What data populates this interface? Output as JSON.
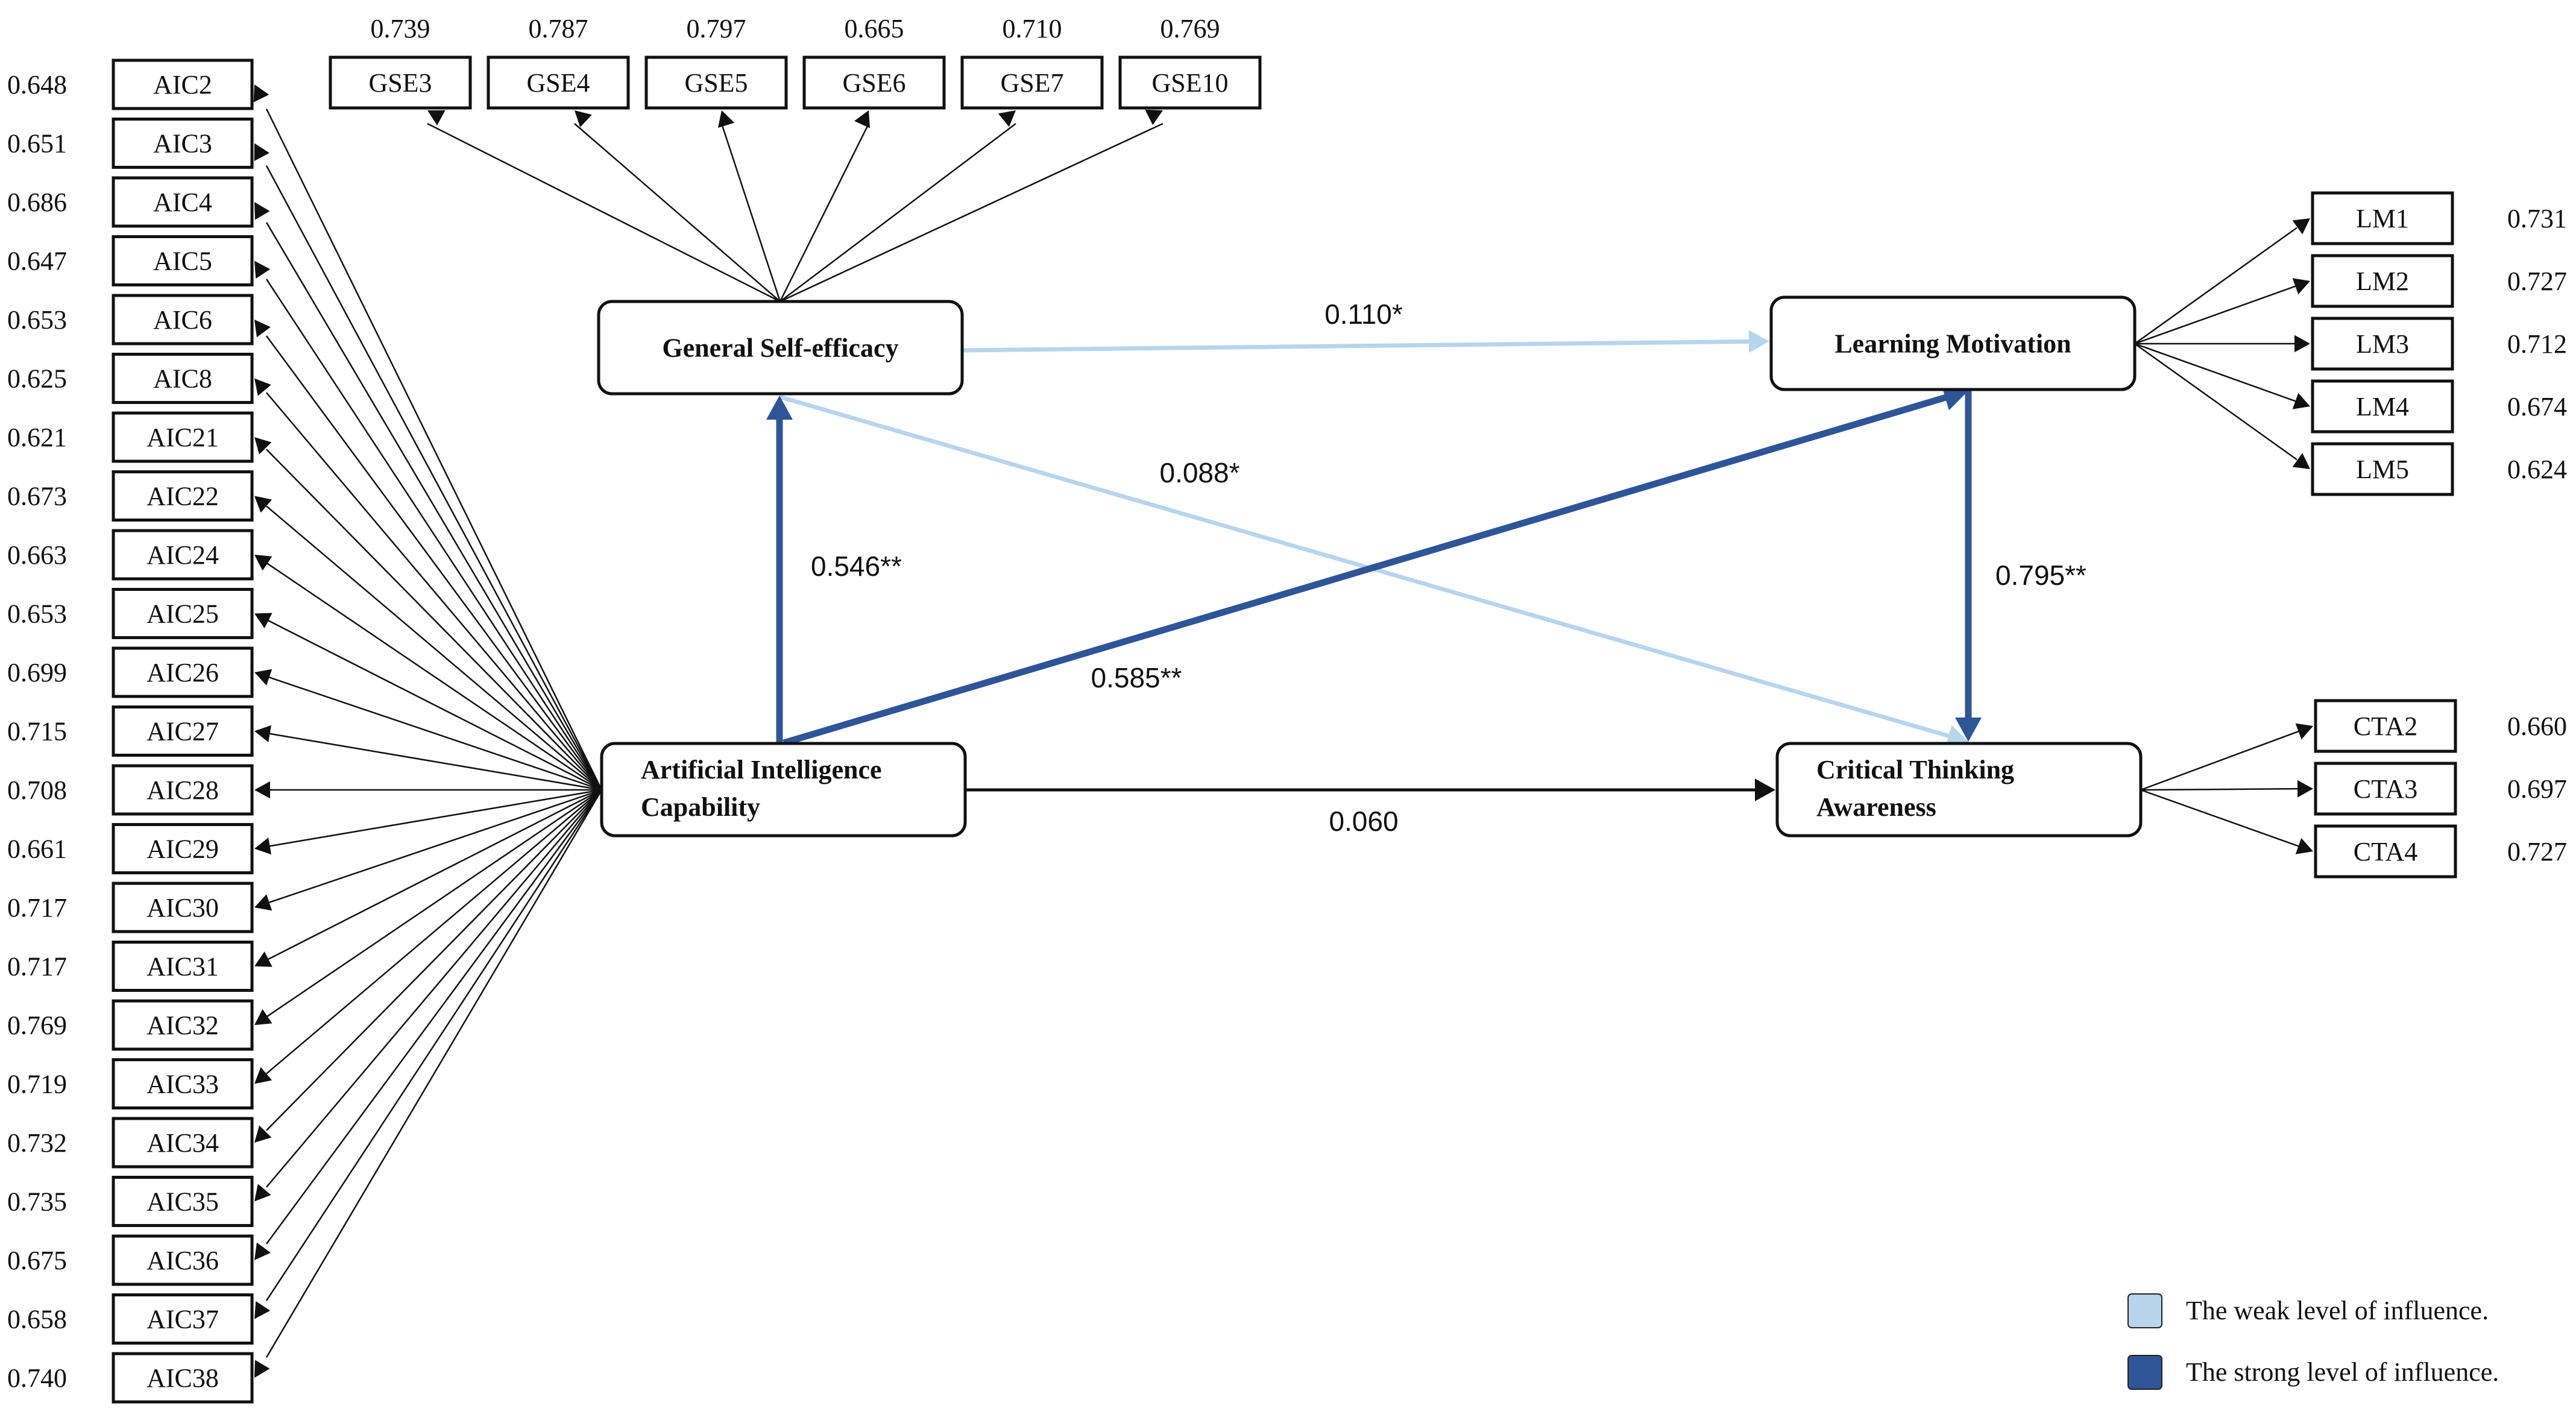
{
  "colors": {
    "weak": "#b7d5ec",
    "strong": "#2e5597",
    "neutral": "#111111"
  },
  "constructs": {
    "gse": {
      "lines": [
        "General Self-efficacy"
      ]
    },
    "lm": {
      "lines": [
        "Learning Motivation"
      ]
    },
    "aic": {
      "lines": [
        "Artificial Intelligence",
        "Capability"
      ]
    },
    "cta": {
      "lines": [
        "Critical Thinking",
        "Awareness"
      ]
    }
  },
  "indicators": {
    "aic": [
      {
        "label": "AIC2",
        "loading": "0.648"
      },
      {
        "label": "AIC3",
        "loading": "0.651"
      },
      {
        "label": "AIC4",
        "loading": "0.686"
      },
      {
        "label": "AIC5",
        "loading": "0.647"
      },
      {
        "label": "AIC6",
        "loading": "0.653"
      },
      {
        "label": "AIC8",
        "loading": "0.625"
      },
      {
        "label": "AIC21",
        "loading": "0.621"
      },
      {
        "label": "AIC22",
        "loading": "0.673"
      },
      {
        "label": "AIC24",
        "loading": "0.663"
      },
      {
        "label": "AIC25",
        "loading": "0.653"
      },
      {
        "label": "AIC26",
        "loading": "0.699"
      },
      {
        "label": "AIC27",
        "loading": "0.715"
      },
      {
        "label": "AIC28",
        "loading": "0.708"
      },
      {
        "label": "AIC29",
        "loading": "0.661"
      },
      {
        "label": "AIC30",
        "loading": "0.717"
      },
      {
        "label": "AIC31",
        "loading": "0.717"
      },
      {
        "label": "AIC32",
        "loading": "0.769"
      },
      {
        "label": "AIC33",
        "loading": "0.719"
      },
      {
        "label": "AIC34",
        "loading": "0.732"
      },
      {
        "label": "AIC35",
        "loading": "0.735"
      },
      {
        "label": "AIC36",
        "loading": "0.675"
      },
      {
        "label": "AIC37",
        "loading": "0.658"
      },
      {
        "label": "AIC38",
        "loading": "0.740"
      }
    ],
    "gse": [
      {
        "label": "GSE3",
        "loading": "0.739"
      },
      {
        "label": "GSE4",
        "loading": "0.787"
      },
      {
        "label": "GSE5",
        "loading": "0.797"
      },
      {
        "label": "GSE6",
        "loading": "0.665"
      },
      {
        "label": "GSE7",
        "loading": "0.710"
      },
      {
        "label": "GSE10",
        "loading": "0.769"
      }
    ],
    "lm": [
      {
        "label": "LM1",
        "loading": "0.731"
      },
      {
        "label": "LM2",
        "loading": "0.727"
      },
      {
        "label": "LM3",
        "loading": "0.712"
      },
      {
        "label": "LM4",
        "loading": "0.674"
      },
      {
        "label": "LM5",
        "loading": "0.624"
      }
    ],
    "cta": [
      {
        "label": "CTA2",
        "loading": "0.660"
      },
      {
        "label": "CTA3",
        "loading": "0.697"
      },
      {
        "label": "CTA4",
        "loading": "0.727"
      }
    ]
  },
  "paths": [
    {
      "from": "gse",
      "to": "lm",
      "coef": "0.110*",
      "strength": "weak"
    },
    {
      "from": "gse",
      "to": "cta",
      "coef": "0.088*",
      "strength": "weak"
    },
    {
      "from": "aic",
      "to": "gse",
      "coef": "0.546**",
      "strength": "strong"
    },
    {
      "from": "aic",
      "to": "lm",
      "coef": "0.585**",
      "strength": "strong"
    },
    {
      "from": "lm",
      "to": "cta",
      "coef": "0.795**",
      "strength": "strong"
    },
    {
      "from": "aic",
      "to": "cta",
      "coef": "0.060",
      "strength": "neutral"
    }
  ],
  "legend": {
    "weak_label": "The weak level of influence.",
    "strong_label": "The strong level of influence."
  }
}
